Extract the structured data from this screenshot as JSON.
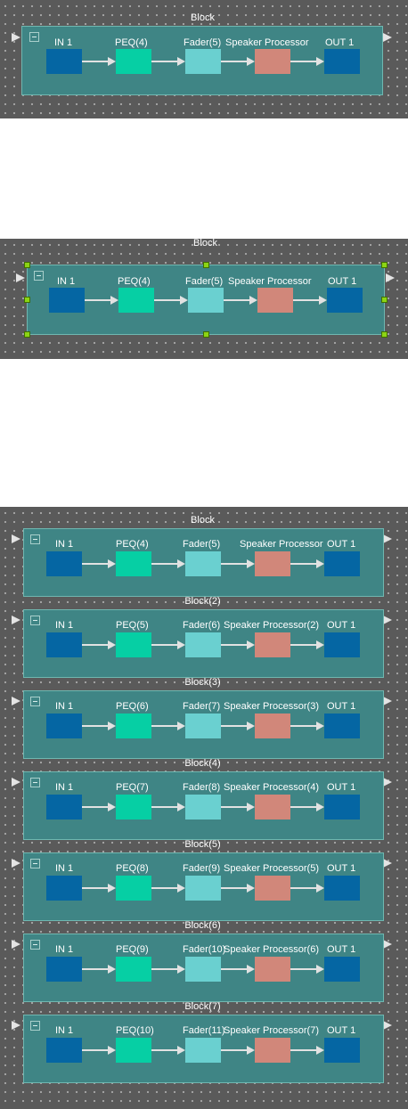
{
  "single": {
    "block_title": "Block",
    "components": {
      "in": "IN 1",
      "peq": "PEQ(4)",
      "fader": "Fader(5)",
      "sp": "Speaker Processor",
      "out": "OUT 1"
    }
  },
  "selected": {
    "block_title": "Block",
    "components": {
      "in": "IN 1",
      "peq": "PEQ(4)",
      "fader": "Fader(5)",
      "sp": "Speaker Processor",
      "out": "OUT 1"
    }
  },
  "multi": {
    "blocks": [
      {
        "title": "Block",
        "in": "IN 1",
        "peq": "PEQ(4)",
        "fader": "Fader(5)",
        "sp": "Speaker Processor",
        "out": "OUT 1"
      },
      {
        "title": "Block(2)",
        "in": "IN 1",
        "peq": "PEQ(5)",
        "fader": "Fader(6)",
        "sp": "Speaker Processor(2)",
        "out": "OUT 1"
      },
      {
        "title": "Block(3)",
        "in": "IN 1",
        "peq": "PEQ(6)",
        "fader": "Fader(7)",
        "sp": "Speaker Processor(3)",
        "out": "OUT 1"
      },
      {
        "title": "Block(4)",
        "in": "IN 1",
        "peq": "PEQ(7)",
        "fader": "Fader(8)",
        "sp": "Speaker Processor(4)",
        "out": "OUT 1"
      },
      {
        "title": "Block(5)",
        "in": "IN 1",
        "peq": "PEQ(8)",
        "fader": "Fader(9)",
        "sp": "Speaker Processor(5)",
        "out": "OUT 1"
      },
      {
        "title": "Block(6)",
        "in": "IN 1",
        "peq": "PEQ(9)",
        "fader": "Fader(10)",
        "sp": "Speaker Processor(6)",
        "out": "OUT 1"
      },
      {
        "title": "Block(7)",
        "in": "IN 1",
        "peq": "PEQ(10)",
        "fader": "Fader(11)",
        "sp": "Speaker Processor(7)",
        "out": "OUT 1"
      }
    ]
  },
  "colors": {
    "canvas": "#5a5a5a",
    "block_fill": "#3f8585",
    "input_output": "#0566a3",
    "peq": "#06cfa4",
    "fader": "#6ad0d0",
    "speaker_processor": "#d1877a",
    "selection_handle": "#8cd414"
  }
}
